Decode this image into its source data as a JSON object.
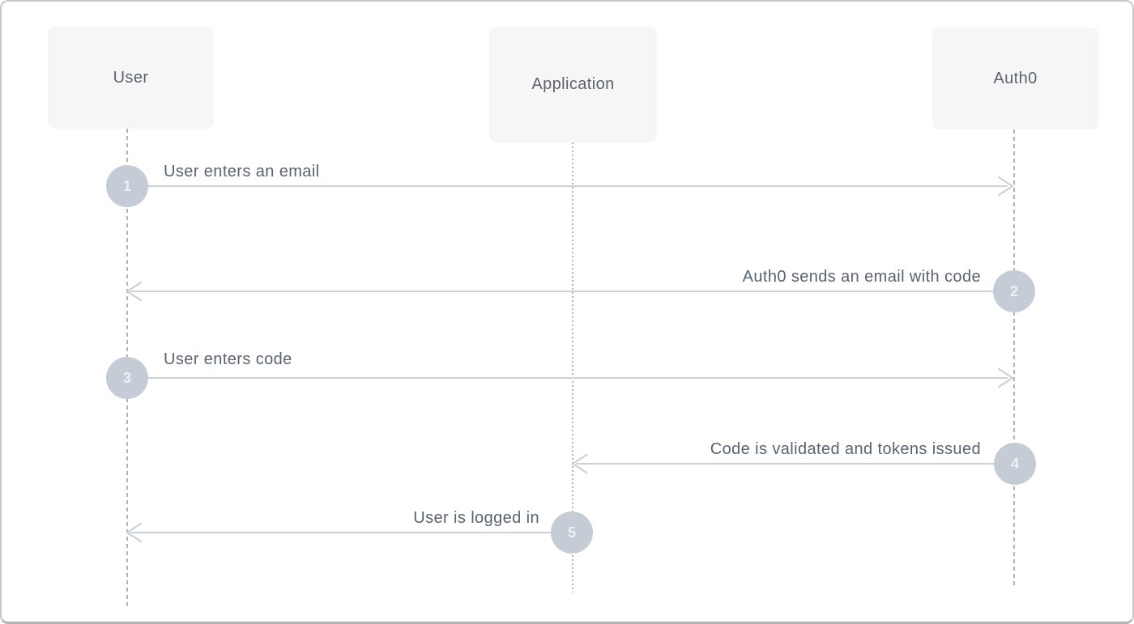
{
  "diagram": {
    "actors": [
      {
        "label": "User"
      },
      {
        "label": "Application"
      },
      {
        "label": "Auth0"
      }
    ],
    "messages": [
      {
        "number": "1",
        "label": "User enters an email",
        "from": "User",
        "to": "Auth0"
      },
      {
        "number": "2",
        "label": "Auth0 sends an email with code",
        "from": "Auth0",
        "to": "User"
      },
      {
        "number": "3",
        "label": "User enters code",
        "from": "User",
        "to": "Auth0"
      },
      {
        "number": "4",
        "label": "Code is validated and tokens issued",
        "from": "Auth0",
        "to": "Application"
      },
      {
        "number": "5",
        "label": "User is logged in",
        "from": "Application",
        "to": "User"
      }
    ],
    "colors": {
      "actor_box_bg": "#f6f6f7",
      "actor_text": "#5b6370",
      "label_text": "#5a6270",
      "line": "#ccd1d8",
      "circle_bg": "#c5ccd5",
      "circle_text": "#eef1f4",
      "lifeline": "#b0b5bc",
      "frame_border": "#c9c9c9",
      "frame_border_bottom": "#b3b3b3"
    }
  }
}
